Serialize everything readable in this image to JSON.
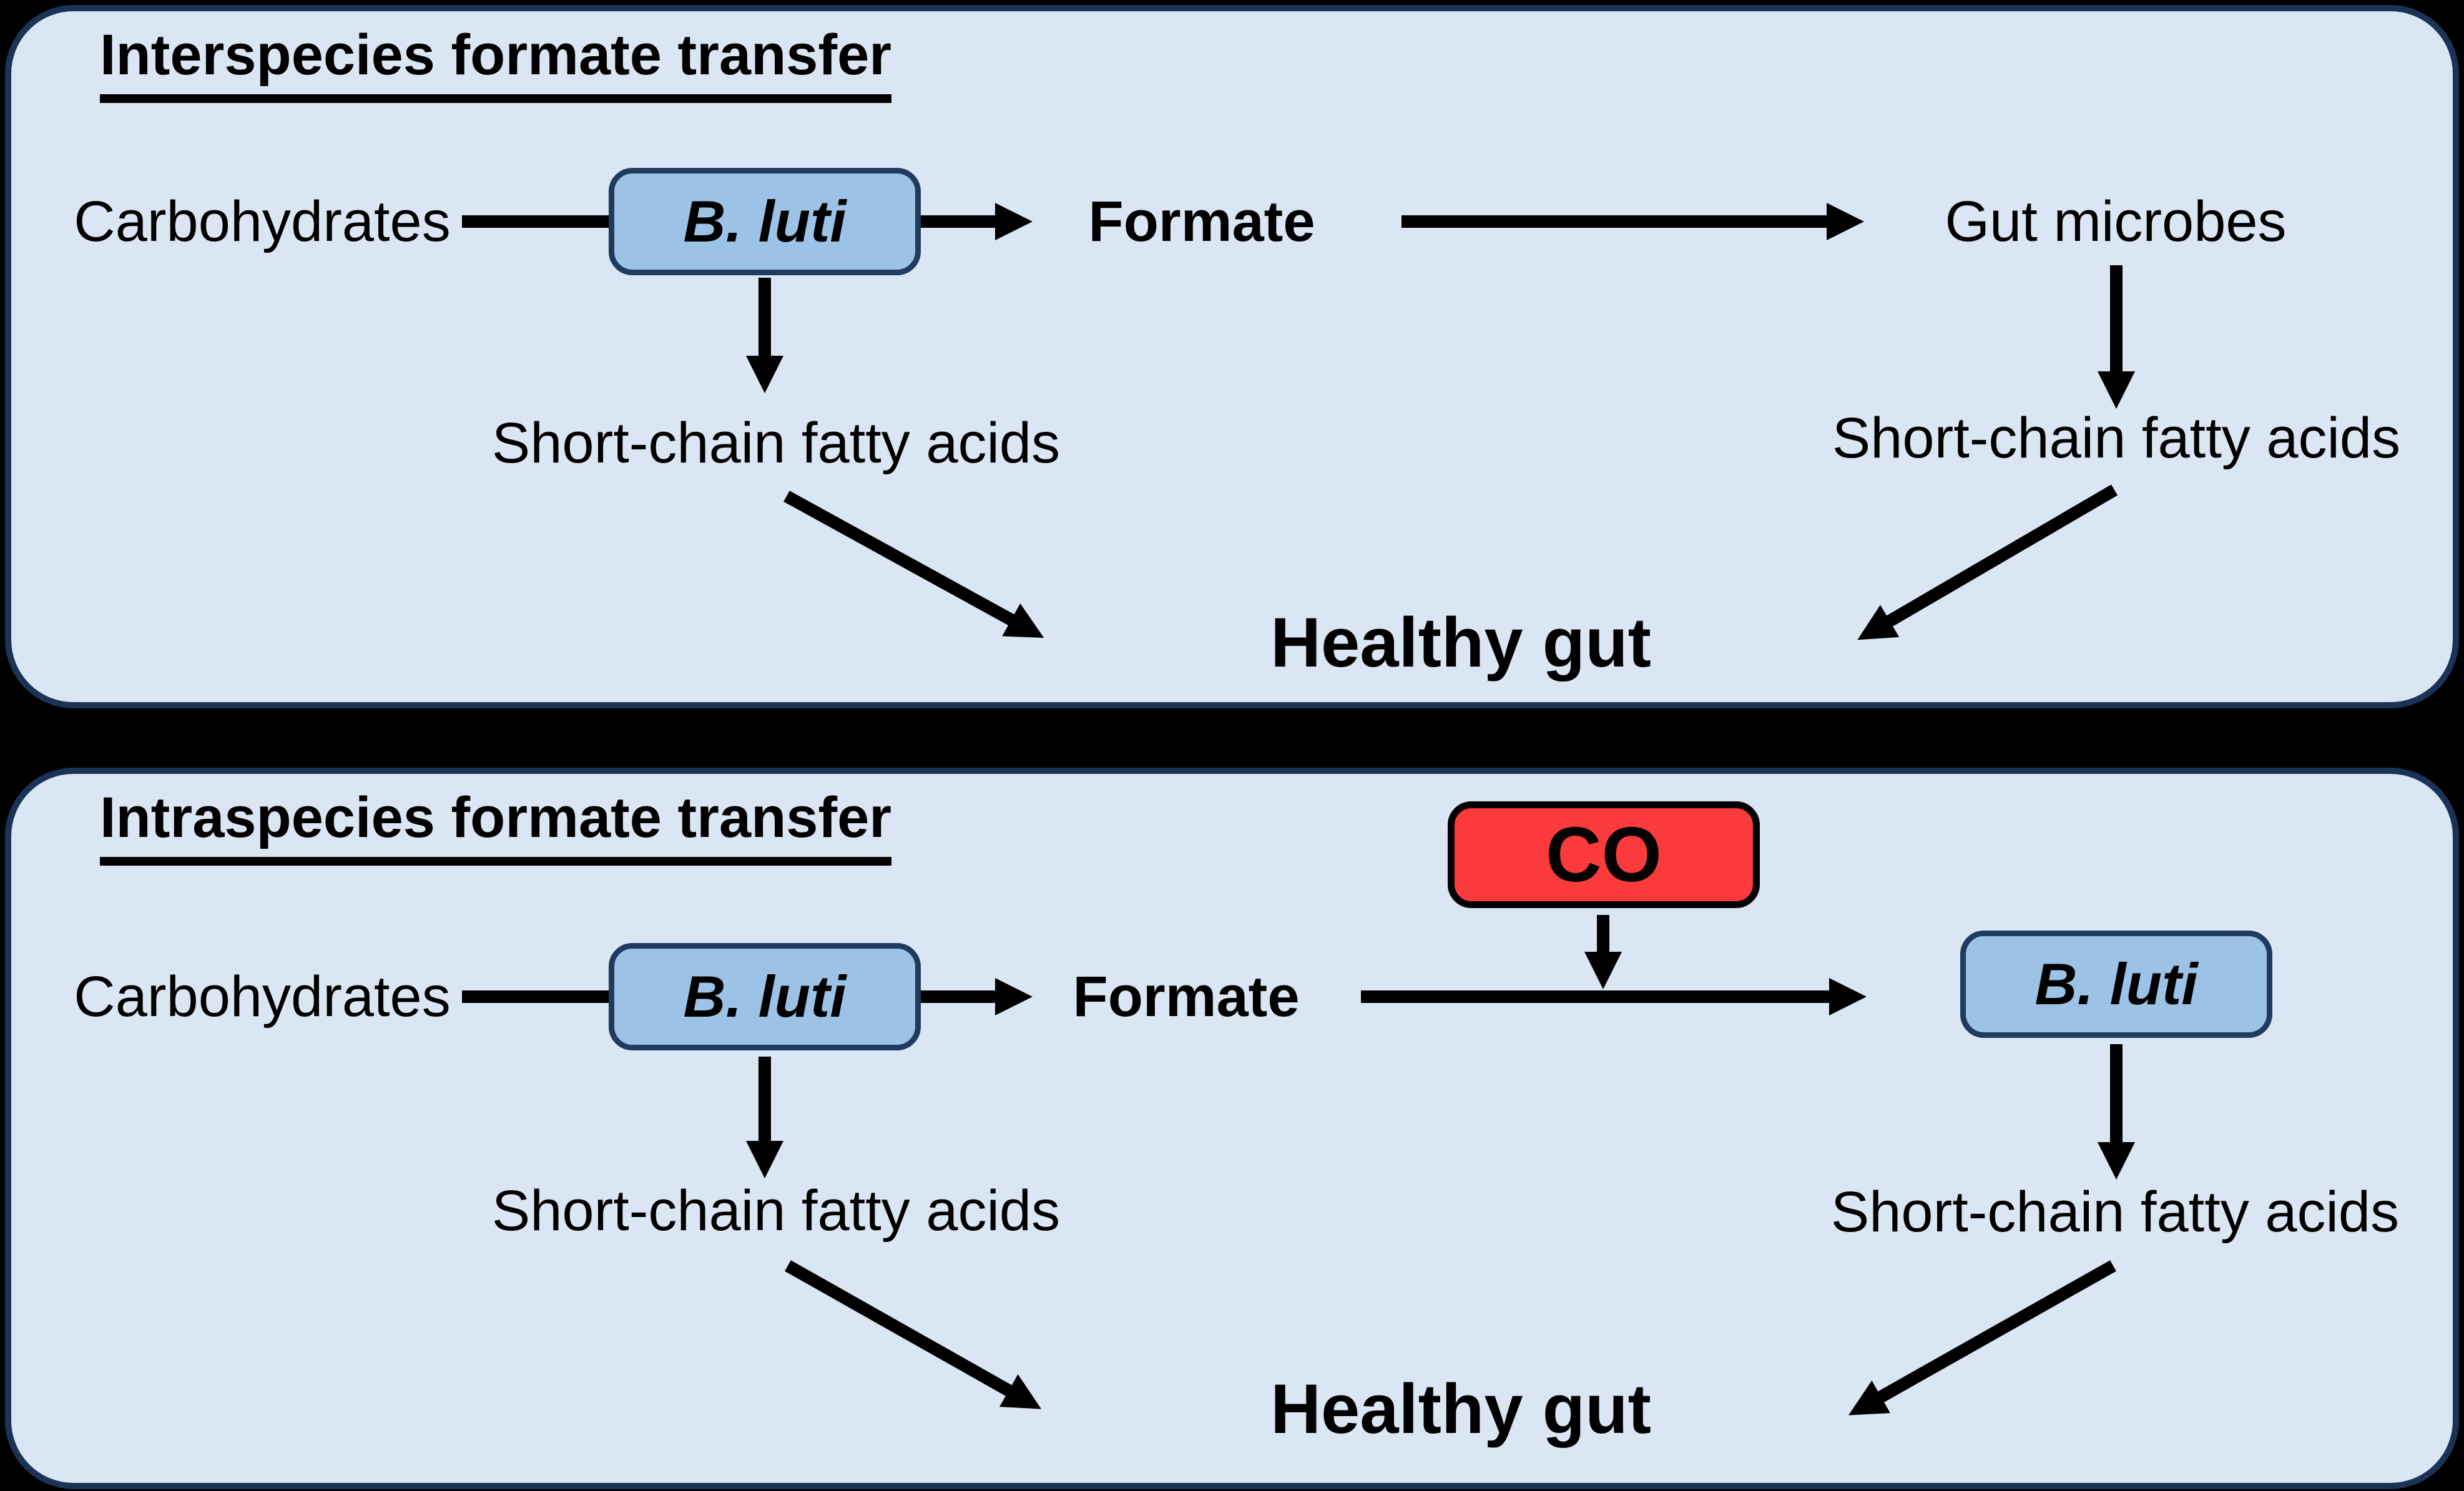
{
  "colors": {
    "background": "#000000",
    "panel_fill": "#dbe6f4",
    "panel_border": "#1b3355",
    "organism_box_fill": "#9cc2e6",
    "organism_box_border": "#1f3b5e",
    "co_box_fill": "#fb3a3c",
    "co_box_border": "#000000",
    "text": "#000000",
    "arrow": "#000000"
  },
  "panels": [
    {
      "title": "Interspecies formate transfer",
      "nodes": {
        "carbohydrates": "Carbohydrates",
        "b_luti": "B. luti",
        "formate": "Formate",
        "gut_microbes": "Gut microbes",
        "scfa_left": "Short-chain fatty acids",
        "scfa_right": "Short-chain fatty acids",
        "healthy_gut": "Healthy gut"
      }
    },
    {
      "title": "Intraspecies formate transfer",
      "nodes": {
        "carbohydrates": "Carbohydrates",
        "b_luti_left": "B. luti",
        "formate": "Formate",
        "co": "CO",
        "b_luti_right": "B. luti",
        "scfa_left": "Short-chain fatty acids",
        "scfa_right": "Short-chain fatty acids",
        "healthy_gut": "Healthy gut"
      }
    }
  ]
}
